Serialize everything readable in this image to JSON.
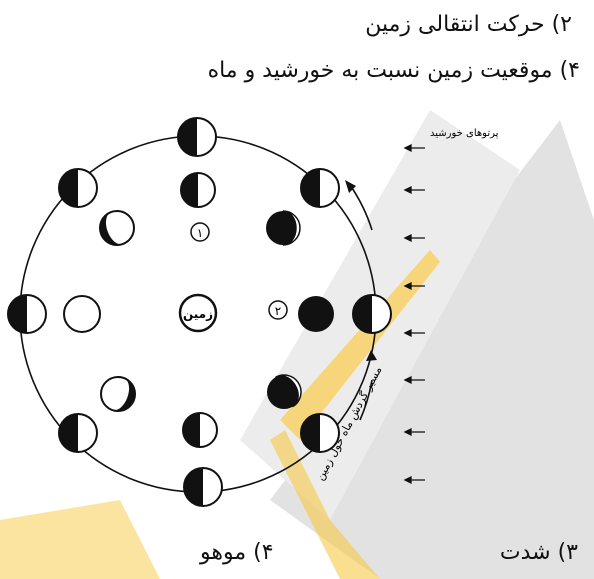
{
  "options": {
    "line_2": "۲) حرکت انتقالی زمین",
    "line_4": "۴) موقعیت زمین نسبت به خورشید و ماه",
    "bottom_3": "۳) شدت",
    "bottom_4": "۴) موهو"
  },
  "diagram": {
    "sun_rays_label": "پرتوهای خورشید",
    "earth_label": "زمین",
    "marker_1": "۱",
    "marker_2": "۲",
    "orbit_direction_label": "مسیر گردش ماه حول زمین"
  },
  "colors": {
    "watermark_gray": "#d9d9d9",
    "watermark_yellow": "#f7c948",
    "ink": "#111111"
  }
}
